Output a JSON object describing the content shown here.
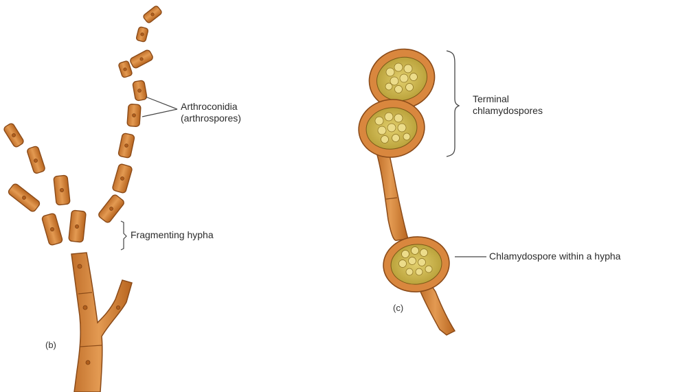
{
  "panel_b": {
    "tag": "(b)",
    "labels": {
      "arthroconidia_line1": "Arthroconidia",
      "arthroconidia_line2": "(arthrospores)",
      "fragmenting": "Fragmenting hypha"
    }
  },
  "panel_c": {
    "tag": "(c)",
    "labels": {
      "terminal_line1": "Terminal",
      "terminal_line2": "chlamydospores",
      "within": "Chlamydospore within a hypha"
    }
  },
  "colors": {
    "hypha_fill": "#d9873e",
    "hypha_stroke": "#8a4a18",
    "spore_interior": "#c9b24a",
    "spore_granule": "#e6d27a",
    "line": "#444444"
  }
}
